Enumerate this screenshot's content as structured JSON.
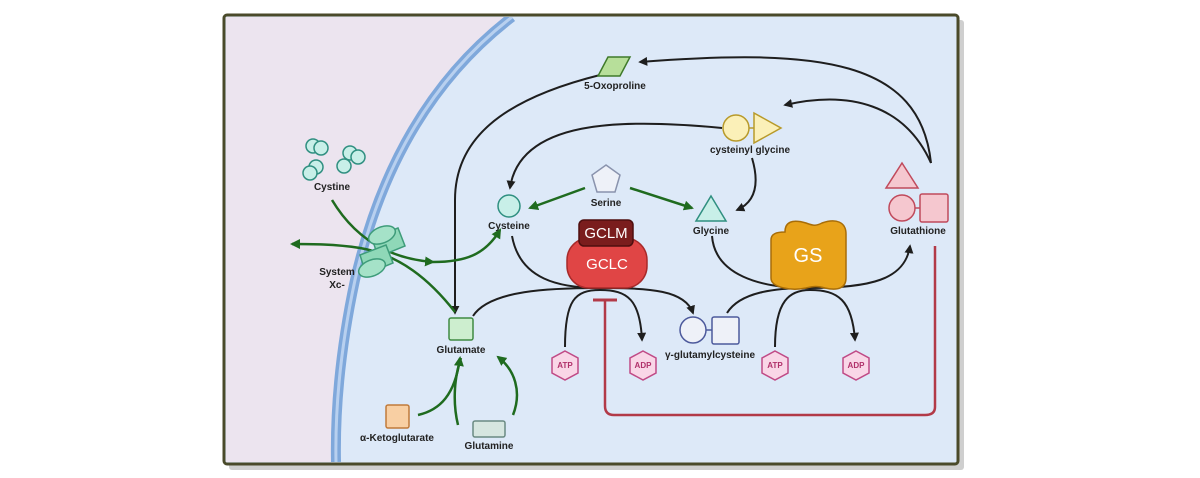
{
  "molecules": {
    "oxoproline": "5-Oxoproline",
    "cysteinyl_glycine": "cysteinyl glycine",
    "cystine": "Cystine",
    "serine": "Serine",
    "cysteine": "Cysteine",
    "glycine": "Glycine",
    "glutathione": "Glutathione",
    "glutamate": "Glutamate",
    "gamma_glutamylcysteine": "γ-glutamylcysteine",
    "alpha_ketoglutarate": "α-Ketoglutarate",
    "glutamine": "Glutamine"
  },
  "transporter": {
    "line1": "System",
    "line2": "Xc-"
  },
  "enzymes": {
    "gclm": "GCLM",
    "gclc": "GCLC",
    "gs": "GS"
  },
  "cofactors": {
    "atp_1": "ATP",
    "adp_1": "ADP",
    "atp_2": "ATP",
    "adp_2": "ADP"
  },
  "colors": {
    "cytoplasm": "#dde9f8",
    "extracellular": "#ece4ef",
    "membrane": "#7fa8db",
    "frame": "#4a4a2a",
    "activation_arrow": "#1f6b1f",
    "inhibition_line": "#b23a48",
    "pathway_arrow": "#1e1e1e",
    "gclm": "#7a1d1d",
    "gclc": "#e04545",
    "gs": "#e8a31a"
  }
}
